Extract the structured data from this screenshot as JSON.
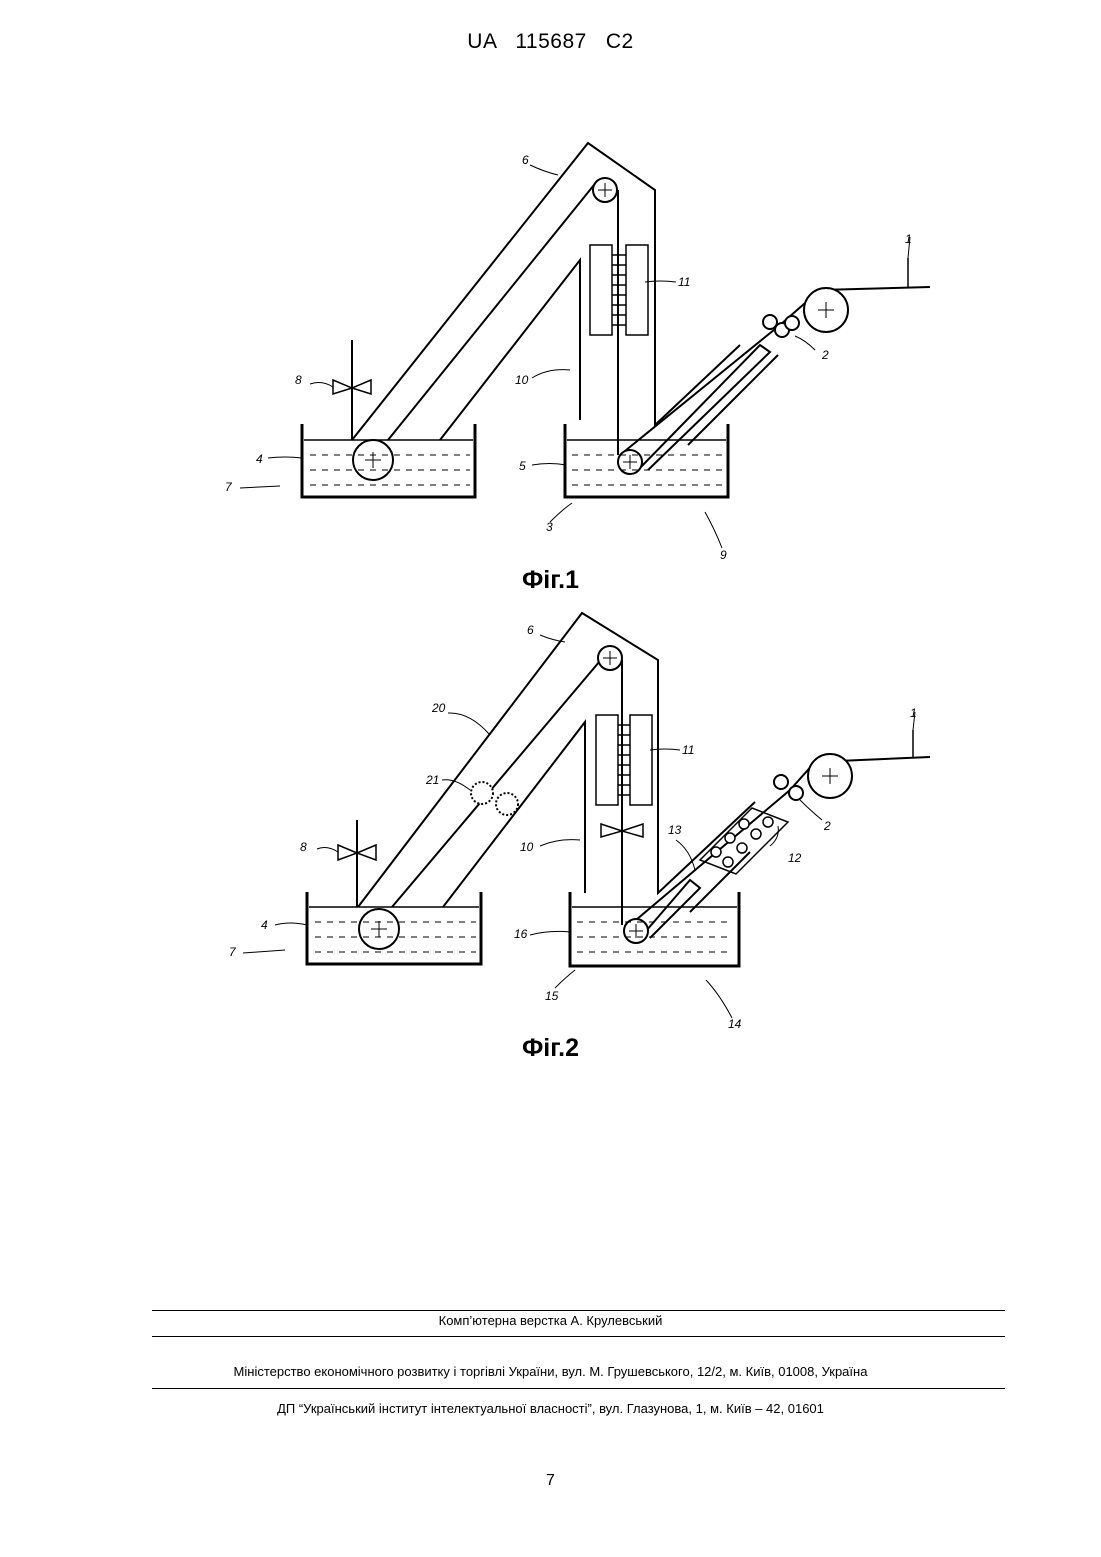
{
  "header": "UA   115687   C2",
  "figures": [
    {
      "caption": "Фіг.1",
      "labels": [
        "1",
        "2",
        "3",
        "4",
        "5",
        "6",
        "7",
        "8",
        "9",
        "10",
        "11"
      ]
    },
    {
      "caption": "Фіг.2",
      "labels": [
        "1",
        "2",
        "4",
        "6",
        "7",
        "8",
        "10",
        "11",
        "12",
        "13",
        "14",
        "15",
        "16",
        "20",
        "21"
      ]
    }
  ],
  "footer": {
    "layout_credit": "Комп’ютерна верстка А. Крулевський",
    "ministry": "Міністерство економічного розвитку і торгівлі України, вул. М. Грушевського, 12/2, м. Київ, 01008, Україна",
    "institute": "ДП “Український інститут інтелектуальної власності”, вул. Глазунова, 1, м. Київ – 42, 01601"
  },
  "page_number": "7"
}
